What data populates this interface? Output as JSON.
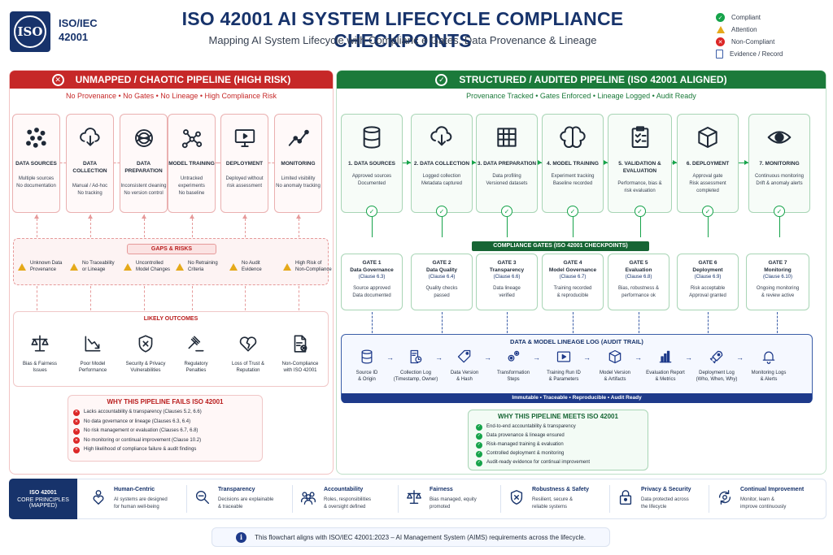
{
  "header": {
    "logo_text": "ISO",
    "standard_line1": "ISO/IEC",
    "standard_line2": "42001",
    "title": "ISO 42001 AI SYSTEM LIFECYCLE COMPLIANCE CHECKPOINTS",
    "subtitle": "Mapping AI System Lifecycle with Complianc e Gates, Data Provenance & Lineage"
  },
  "legend": [
    {
      "label": "Compliant",
      "color": "#16a34a",
      "icon": "check-icon"
    },
    {
      "label": "Attention",
      "color": "#e5a91a",
      "icon": "warning-icon"
    },
    {
      "label": "Non-Compliant",
      "color": "#dc2626",
      "icon": "cross-icon"
    },
    {
      "label": "Evidence / Record",
      "color": "#3b5ea8",
      "icon": "document-icon"
    }
  ],
  "left": {
    "banner": "UNMAPPED / CHAOTIC PIPELINE (HIGH RISK)",
    "tagline": "No Provenance  •  No Gates  •  No Lineage  •  High Compliance Risk",
    "color": "#c62828",
    "stages": [
      {
        "title": "DATA SOURCES",
        "desc1": "Multiple sources",
        "desc2": "No documentation",
        "icon": "scattered-dots-icon"
      },
      {
        "title": "DATA COLLECTION",
        "desc1": "Manual / Ad-hoc",
        "desc2": "No tracking",
        "icon": "cloud-download-icon"
      },
      {
        "title": "DATA PREPARATION",
        "desc1": "Inconsistent cleaning",
        "desc2": "No version control",
        "icon": "tangled-scribble-icon"
      },
      {
        "title": "MODEL TRAINING",
        "desc1": "Untracked experiments",
        "desc2": "No baseline",
        "icon": "network-graph-icon"
      },
      {
        "title": "DEPLOYMENT",
        "desc1": "Deployed without",
        "desc2": "risk assessment",
        "icon": "monitor-icon"
      },
      {
        "title": "MONITORING",
        "desc1": "Limited visibility",
        "desc2": "No anomaly tracking",
        "icon": "trend-line-icon"
      }
    ],
    "gaps_title": "GAPS & RISKS",
    "gaps": [
      {
        "l1": "Unknown Data",
        "l2": "Provenance"
      },
      {
        "l1": "No Traceability",
        "l2": "or Lineage"
      },
      {
        "l1": "Uncontrolled",
        "l2": "Model Changes"
      },
      {
        "l1": "No Retraining",
        "l2": "Criteria"
      },
      {
        "l1": "No Audit",
        "l2": "Evidence"
      },
      {
        "l1": "High Risk of",
        "l2": "Non-Compliance"
      }
    ],
    "outcomes_title": "LIKELY OUTCOMES",
    "outcomes": [
      {
        "l1": "Bias & Fairness",
        "l2": "Issues",
        "icon": "scales-icon"
      },
      {
        "l1": "Poor Model",
        "l2": "Performance",
        "icon": "chart-down-icon"
      },
      {
        "l1": "Security & Privacy",
        "l2": "Vulnerabilities",
        "icon": "shield-x-icon"
      },
      {
        "l1": "Regulatory",
        "l2": "Penalties",
        "icon": "gavel-icon"
      },
      {
        "l1": "Loss of Trust &",
        "l2": "Reputation",
        "icon": "broken-heart-icon"
      },
      {
        "l1": "Non-Compliance",
        "l2": "with ISO 42001",
        "icon": "document-x-icon"
      }
    ],
    "why_title": "WHY THIS PIPELINE FAILS ISO 42001",
    "why": [
      "Lacks accountability & transparency (Clauses 5.2, 6.6)",
      "No data governance or lineage (Clauses 6.3, 6.4)",
      "No risk management or evaluation (Clauses 6.7, 6.8)",
      "No monitoring or continual improvement (Clause 10.2)",
      "High likelihood of compliance failure & audit findings"
    ]
  },
  "right": {
    "banner": "STRUCTURED / AUDITED PIPELINE (ISO 42001 ALIGNED)",
    "tagline": "Provenance Tracked  •  Gates Enforced  •  Lineage Logged  •  Audit Ready",
    "color": "#1b7a3a",
    "stages": [
      {
        "title": "1. DATA SOURCES",
        "desc1": "Approved sources",
        "desc2": "Documented",
        "icon": "database-icon"
      },
      {
        "title": "2. DATA COLLECTION",
        "desc1": "Logged collection",
        "desc2": "Metadata captured",
        "icon": "cloud-download-icon"
      },
      {
        "title": "3. DATA PREPARATION",
        "desc1": "Data profiling",
        "desc2": "Versioned datasets",
        "icon": "table-grid-icon"
      },
      {
        "title": "4. MODEL TRAINING",
        "desc1": "Experiment tracking",
        "desc2": "Baseline recorded",
        "icon": "brain-icon"
      },
      {
        "title": "5. VALIDATION &",
        "title2": "EVALUATION",
        "desc1": "Performance, bias &",
        "desc2": "risk evaluation",
        "icon": "clipboard-check-icon"
      },
      {
        "title": "6. DEPLOYMENT",
        "desc1": "Approval gate",
        "desc2": "Risk assessment",
        "desc3": "completed",
        "icon": "box-icon"
      },
      {
        "title": "7. MONITORING",
        "desc1": "Continuous monitoring",
        "desc2": "Drift & anomaly alerts",
        "icon": "eye-icon"
      }
    ],
    "gates_bar": "COMPLIANCE GATES (ISO 42001 CHECKPOINTS)",
    "gates": [
      {
        "id": "GATE 1",
        "name": "Data Governance",
        "clause": "(Clause 6.3)",
        "d1": "Source approved",
        "d2": "Data documented"
      },
      {
        "id": "GATE 2",
        "name": "Data Quality",
        "clause": "(Clause 6.4)",
        "d1": "Quality checks",
        "d2": "passed"
      },
      {
        "id": "GATE 3",
        "name": "Transparency",
        "clause": "(Clause 6.6)",
        "d1": "Data lineage",
        "d2": "verified"
      },
      {
        "id": "GATE 4",
        "name": "Model Governance",
        "clause": "(Clause 6.7)",
        "d1": "Training recorded",
        "d2": "& reproducible"
      },
      {
        "id": "GATE 5",
        "name": "Evaluation",
        "clause": "(Clause 6.8)",
        "d1": "Bias, robustness &",
        "d2": "performance ok"
      },
      {
        "id": "GATE 6",
        "name": "Deployment",
        "clause": "(Clause 6.9)",
        "d1": "Risk acceptable",
        "d2": "Approval granted"
      },
      {
        "id": "GATE 7",
        "name": "Monitoring",
        "clause": "(Clause 6.10)",
        "d1": "Ongoing monitoring",
        "d2": "& review active"
      }
    ],
    "lineage_title": "DATA & MODEL LINEAGE LOG (AUDIT TRAIL)",
    "lineage": [
      {
        "l1": "Source ID",
        "l2": "& Origin",
        "icon": "database-icon"
      },
      {
        "l1": "Collection Log",
        "l2": "(Timestamp, Owner)",
        "icon": "log-clock-icon"
      },
      {
        "l1": "Data Version",
        "l2": "& Hash",
        "icon": "tag-icon"
      },
      {
        "l1": "Transformation",
        "l2": "Steps",
        "icon": "gears-icon"
      },
      {
        "l1": "Training Run ID",
        "l2": "& Parameters",
        "icon": "play-screen-icon"
      },
      {
        "l1": "Model Version",
        "l2": "& Artifacts",
        "icon": "cube-icon"
      },
      {
        "l1": "Evaluation Report",
        "l2": "& Metrics",
        "icon": "bar-chart-icon"
      },
      {
        "l1": "Deployment Log",
        "l2": "(Who, When, Why)",
        "icon": "rocket-icon"
      },
      {
        "l1": "Monitoring Logs",
        "l2": "& Alerts",
        "icon": "bell-icon"
      }
    ],
    "lineage_footer": "Immutable   •   Traceable   •   Reproducible   •   Audit Ready",
    "why_title": "WHY THIS PIPELINE MEETS ISO 42001",
    "why": [
      "End-to-end accountability & transparency",
      "Data provenance & lineage ensured",
      "Risk-managed training & evaluation",
      "Controlled deployment & monitoring",
      "Audit-ready evidence for continual improvement"
    ]
  },
  "footer": {
    "core_l1": "ISO 42001",
    "core_l2": "CORE PRINCIPLES",
    "core_l3": "(MAPPED)",
    "principles": [
      {
        "name": "Human-Centric",
        "d1": "AI systems are designed",
        "d2": "for human well-being",
        "icon": "person-heart-icon"
      },
      {
        "name": "Transparency",
        "d1": "Decisions are explainable",
        "d2": "& traceable",
        "icon": "magnifier-icon"
      },
      {
        "name": "Accountability",
        "d1": "Roles, responsibilities",
        "d2": "& oversight defined",
        "icon": "people-icon"
      },
      {
        "name": "Fairness",
        "d1": "Bias managed, equity",
        "d2": "promoted",
        "icon": "scales-icon"
      },
      {
        "name": "Robustness & Safety",
        "d1": "Resilient, secure &",
        "d2": "reliable systems",
        "icon": "shield-x-icon"
      },
      {
        "name": "Privacy & Security",
        "d1": "Data protected across",
        "d2": "the lifecycle",
        "icon": "lock-icon"
      },
      {
        "name": "Continual Improvement",
        "d1": "Monitor, learn &",
        "d2": "improve continuously",
        "icon": "cycle-gear-icon"
      }
    ],
    "note": "This flowchart aligns with ISO/IEC 42001:2023 – AI Management System (AIMS) requirements across the lifecycle."
  }
}
